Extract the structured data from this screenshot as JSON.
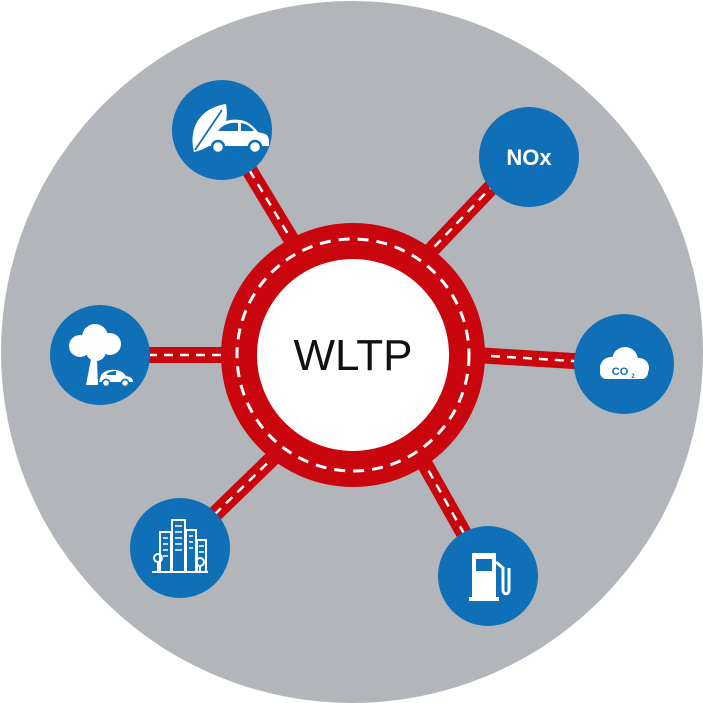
{
  "diagram": {
    "center_label": "WLTP",
    "nodes": [
      {
        "id": "eco-car",
        "icon": "eco-car-leaf-icon"
      },
      {
        "id": "nox",
        "icon": "nox-text-icon",
        "text": "NOx"
      },
      {
        "id": "tree-car",
        "icon": "tree-and-car-icon"
      },
      {
        "id": "co2",
        "icon": "co2-cloud-icon",
        "text": "CO",
        "subscript": "2"
      },
      {
        "id": "city",
        "icon": "city-buildings-icon"
      },
      {
        "id": "fuel",
        "icon": "fuel-pump-icon"
      }
    ]
  },
  "colors": {
    "background_disc": "#b2b5ba",
    "road": "#c9060d",
    "road_dash": "#ffffff",
    "node_fill": "#0f6fb7",
    "center_fill": "#ffffff"
  }
}
